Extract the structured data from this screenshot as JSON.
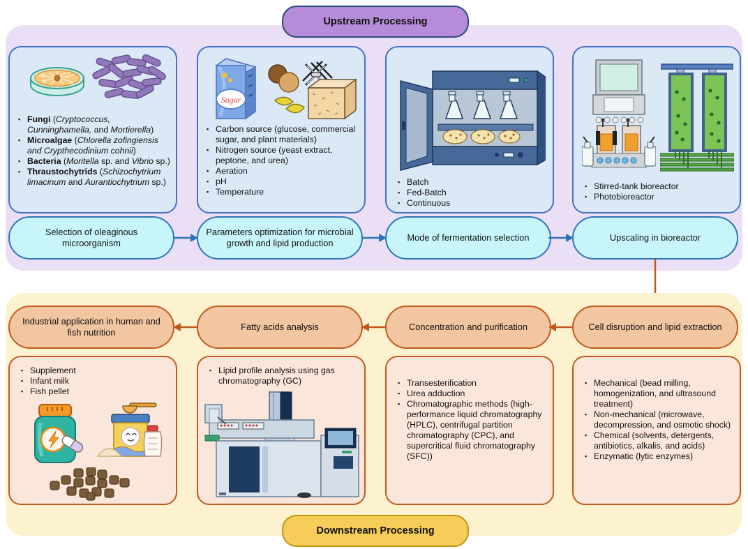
{
  "banners": {
    "upstream": "Upstream Processing",
    "downstream": "Downstream Processing"
  },
  "upstream": {
    "boxes": [
      {
        "bullets": [
          [
            {
              "t": "Fungi",
              "b": true
            },
            {
              "t": " ("
            },
            {
              "t": "Cryptococcus, Cunninghamella,",
              "i": true
            },
            {
              "t": " and "
            },
            {
              "t": "Mortierella",
              "i": true
            },
            {
              "t": ")"
            }
          ],
          [
            {
              "t": "Microalgae",
              "b": true
            },
            {
              "t": " ("
            },
            {
              "t": "Chlorella zofingiensis and Crypthecodinium cohnii",
              "i": true
            },
            {
              "t": ")"
            }
          ],
          [
            {
              "t": "Bacteria",
              "b": true
            },
            {
              "t": " ("
            },
            {
              "t": "Moritella",
              "i": true
            },
            {
              "t": " sp. and "
            },
            {
              "t": "Vibrio",
              "i": true
            },
            {
              "t": " sp.)"
            }
          ],
          [
            {
              "t": "Thraustochytrids",
              "b": true
            },
            {
              "t": " ("
            },
            {
              "t": "Schizochytrium limacinum",
              "i": true
            },
            {
              "t": " and "
            },
            {
              "t": "Aurantiochytrium",
              "i": true
            },
            {
              "t": " sp.)"
            }
          ]
        ]
      },
      {
        "bullets": [
          "Carbon source (glucose, commercial sugar, and plant materials)",
          "Nitrogen source (yeast extract, peptone, and urea)",
          "Aeration",
          "pH",
          "Temperature"
        ]
      },
      {
        "bullets": [
          "Batch",
          "Fed-Batch",
          "Continuous"
        ]
      },
      {
        "bullets": [
          "Stirred-tank bioreactor",
          "Photobioreactor"
        ]
      }
    ],
    "steps": [
      "Selection of oleaginous microorganism",
      "Parameters optimization for microbial growth and lipid production",
      "Mode of fermentation selection",
      "Upscaling in bioreactor"
    ]
  },
  "downstream": {
    "steps": [
      "Industrial application in human and fish nutrition",
      "Fatty acids analysis",
      "Concentration and purification",
      "Cell disruption and lipid extraction"
    ],
    "boxes": [
      {
        "bullets": [
          "Supplement",
          "Infant milk",
          "Fish pellet"
        ]
      },
      {
        "bullets": [
          "Lipid profile analysis using gas chromatography (GC)"
        ]
      },
      {
        "bullets": [
          "Transesterification",
          "Urea adduction",
          "Chromatographic methods (high-performance liquid chromatography (HPLC), centrifugal partition chromatography (CPC), and supercritical fluid chromatography (SFC))"
        ]
      },
      {
        "bullets": [
          "Mechanical (bead milling, homogenization, and ultrasound treatment)",
          "Non-mechanical (microwave, decompression, and osmotic shock)",
          "Chemical (solvents, detergents, antibiotics, alkalis, and acids)",
          "Enzymatic (lytic enzymes)"
        ]
      }
    ]
  },
  "labels": {
    "sugar": "Sugar"
  },
  "colors": {
    "upstream_bg": "#ebdff5",
    "upstream_banner_fill": "#b68bd9",
    "upstream_banner_border": "#2a4d7d",
    "upstream_box_fill": "#dbe8f6",
    "upstream_box_border": "#4472c4",
    "step_pill_fill": "#c8f5fa",
    "step_pill_border": "#2e75b6",
    "blue_arrow": "#2e75b6",
    "downstream_bg": "#fdf2d0",
    "downstream_banner_fill": "#f6cd58",
    "downstream_banner_border": "#c09418",
    "downstream_pill_fill": "#f2c6a1",
    "downstream_box_fill": "#fae6da",
    "orange_accent": "#c2581d"
  }
}
